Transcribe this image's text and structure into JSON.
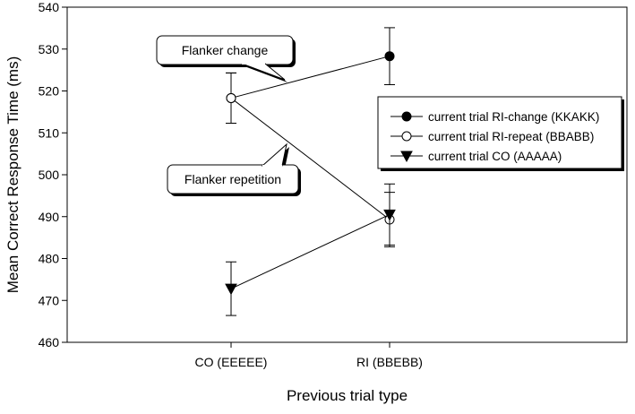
{
  "chart_data": {
    "type": "line",
    "xlabel": "Previous trial type",
    "ylabel": "Mean Correct Response Time (ms)",
    "categories": [
      "CO (EEEEE)",
      "RI (BBEBB)"
    ],
    "ylim": [
      460,
      540
    ],
    "yticks": [
      460,
      470,
      480,
      490,
      500,
      510,
      520,
      530,
      540
    ],
    "grid": false,
    "legend_position": "right",
    "series": [
      {
        "name": "current trial RI-change (KKAKK)",
        "marker": "filled-circle",
        "values": [
          518.3,
          528.3
        ],
        "errors": [
          6.0,
          6.8
        ]
      },
      {
        "name": "current trial RI-repeat (BBABB)",
        "marker": "open-circle",
        "values": [
          518.3,
          489.3
        ],
        "errors": [
          6.0,
          6.5
        ]
      },
      {
        "name": "current trial CO (AAAAA)",
        "marker": "filled-triangle-down",
        "values": [
          472.8,
          490.5
        ],
        "errors": [
          6.4,
          7.3
        ]
      }
    ],
    "annotations": [
      {
        "text": "Flanker change"
      },
      {
        "text": "Flanker repetition"
      }
    ]
  }
}
